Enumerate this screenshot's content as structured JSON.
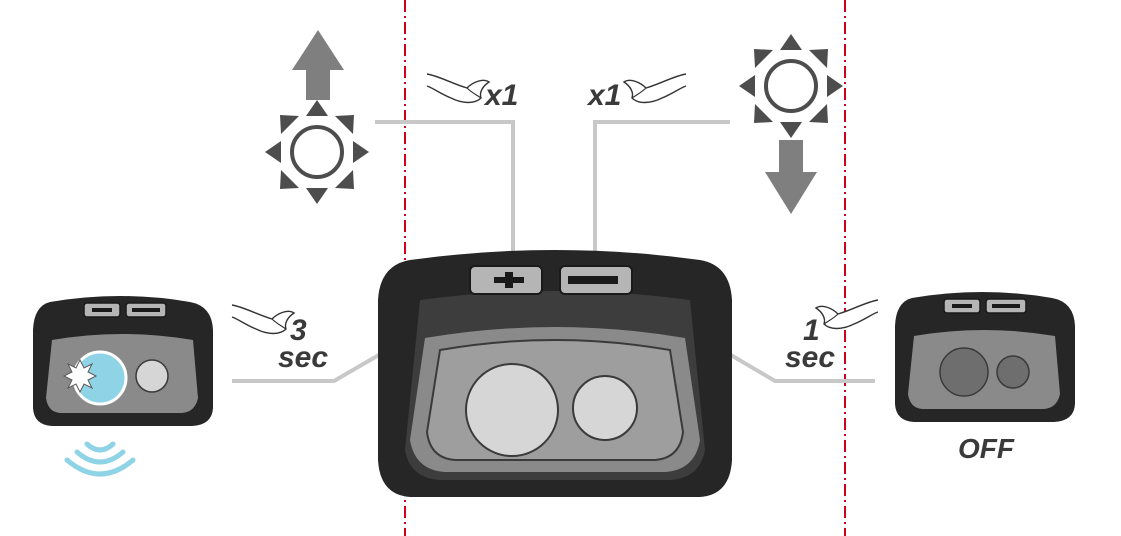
{
  "diagram": {
    "press_left_count": "x1",
    "press_right_count": "x1",
    "hold_left_duration": "3",
    "hold_left_unit": "sec",
    "hold_right_duration": "1",
    "hold_right_unit": "sec",
    "off_label": "OFF",
    "colors": {
      "guide_line": "#d0021b",
      "callout_line": "#c8c8c8",
      "arrow": "#7f7f7f",
      "sun": "#4d4d4d",
      "body_dark": "#262626",
      "lens": "#d6d6d6",
      "lit_lens": "#8fd3e6",
      "signal": "#8fd3e6"
    },
    "icons": [
      "brightness-up-icon",
      "brightness-down-icon",
      "finger-press-icon",
      "signal-waves-icon",
      "sparkle-icon"
    ]
  }
}
